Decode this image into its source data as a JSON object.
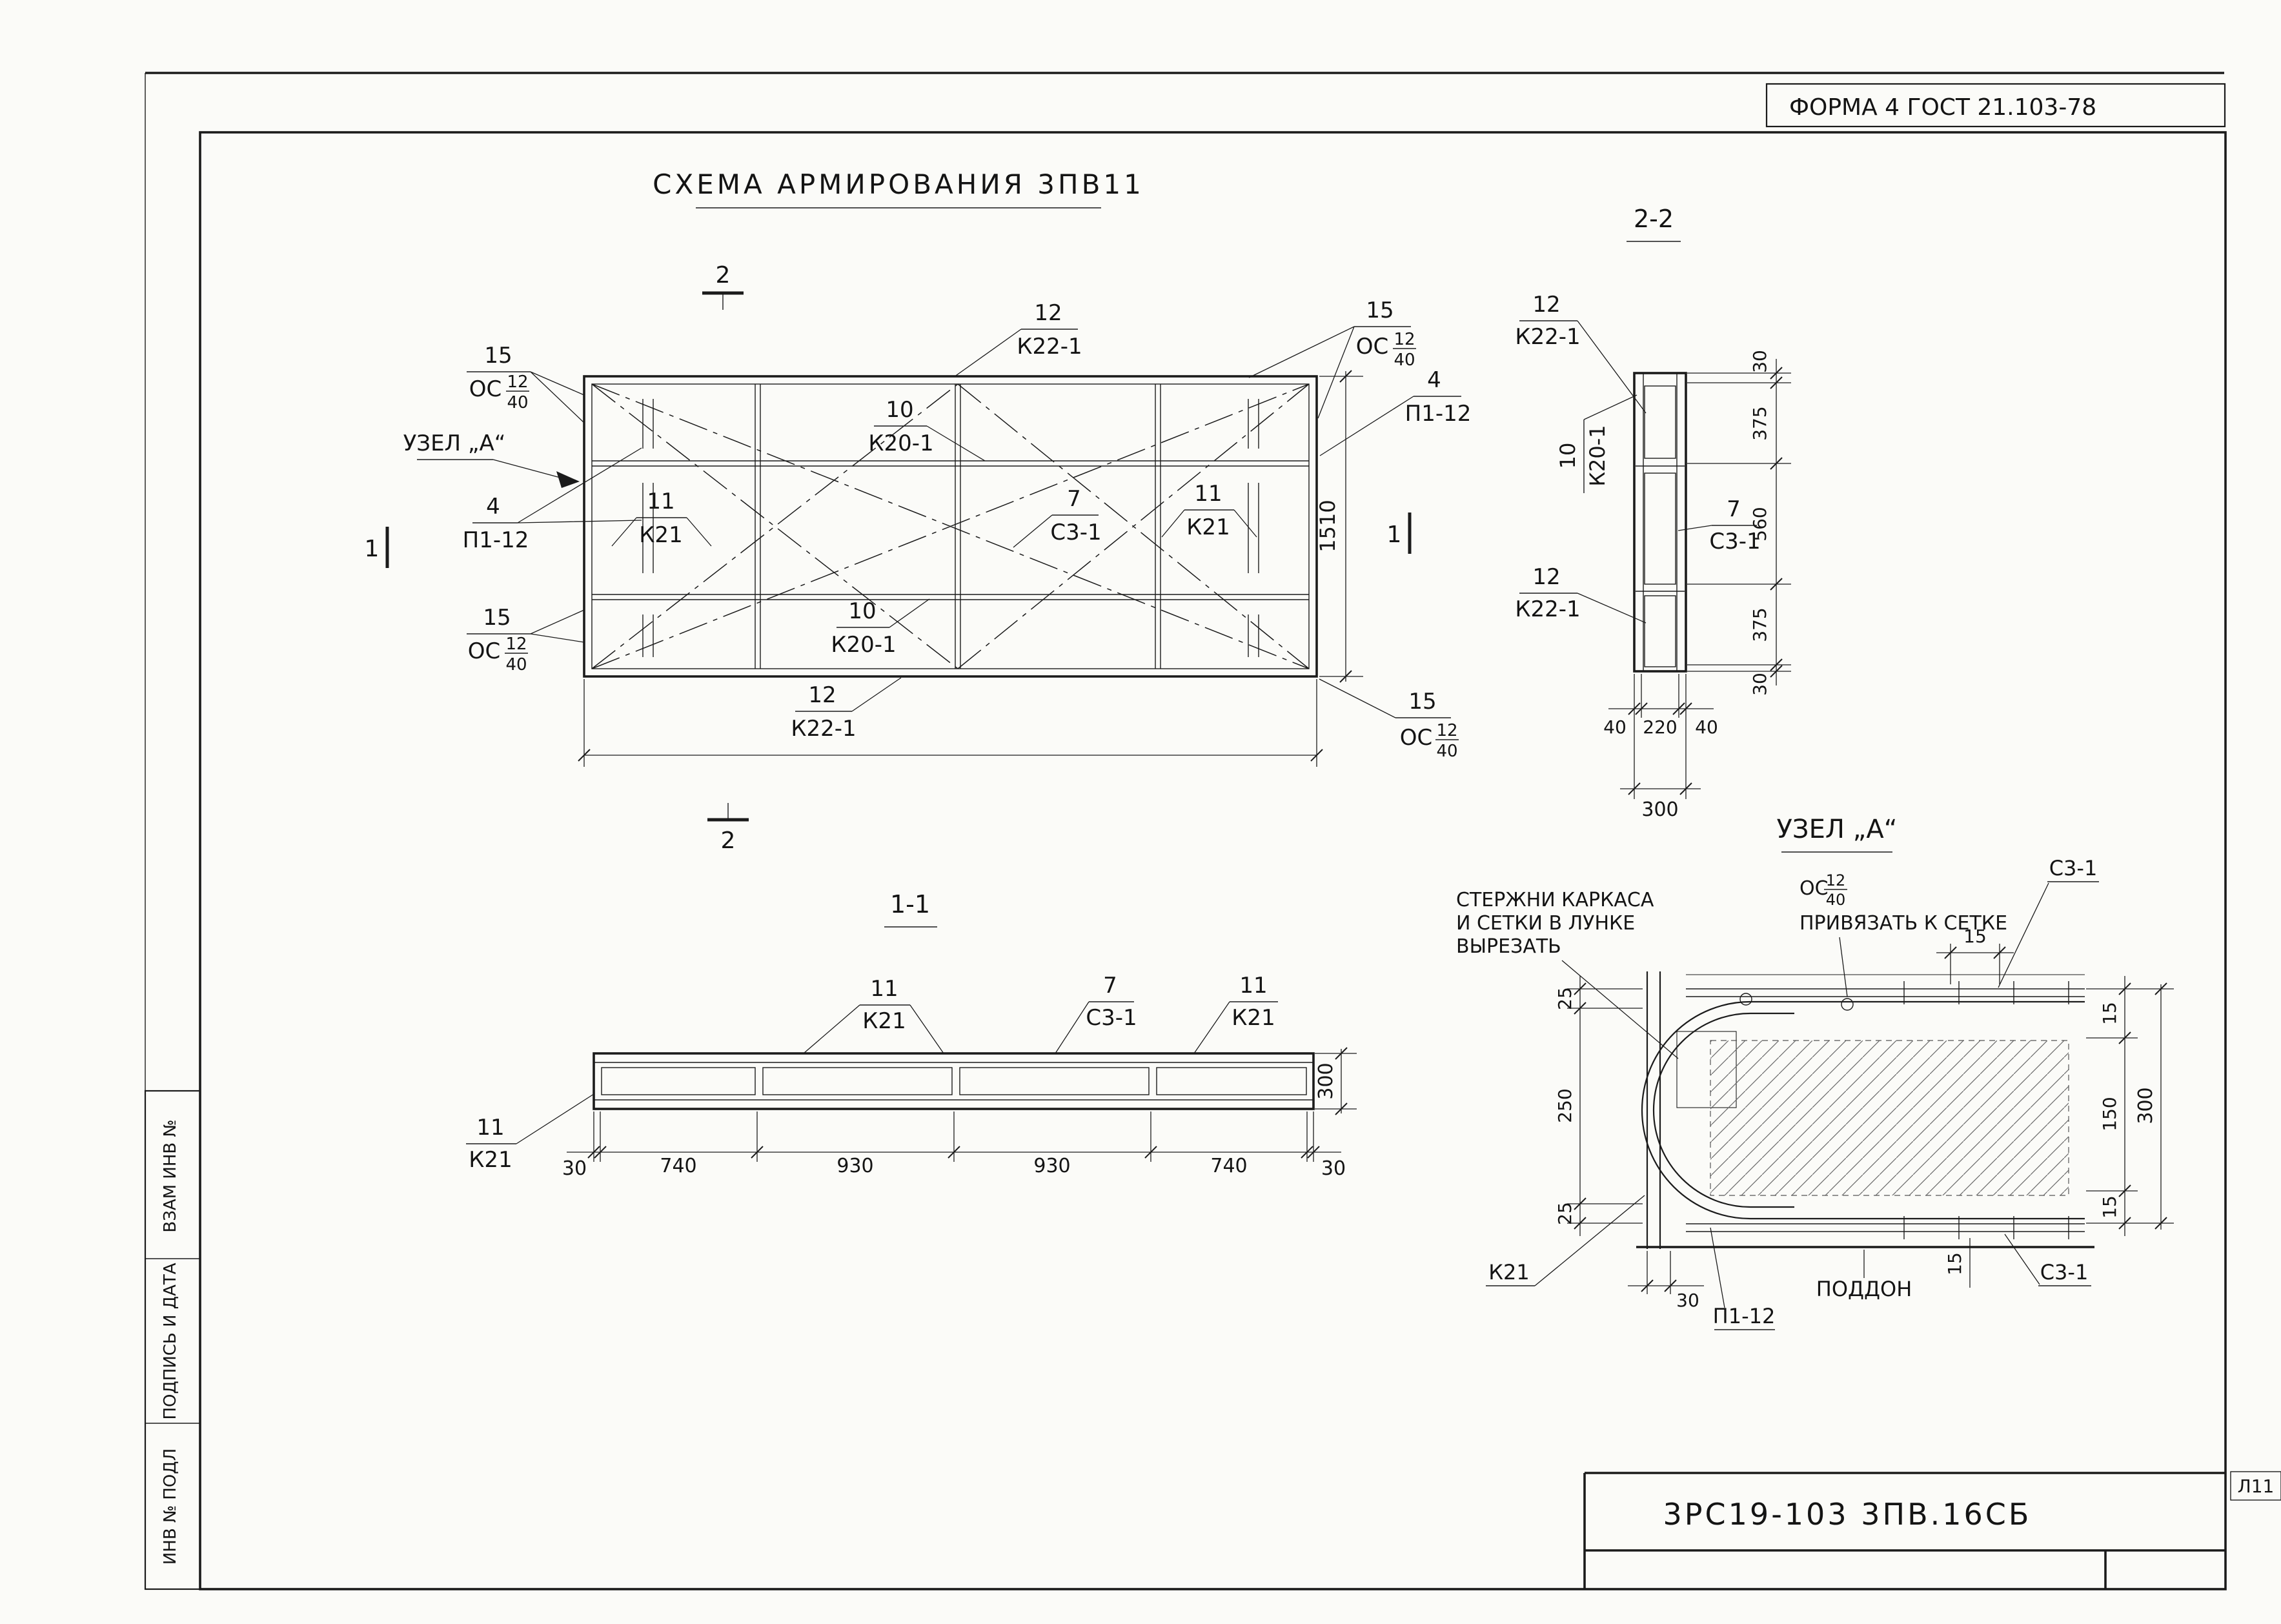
{
  "page": {
    "stamp": "ФОРМА 4  ГОСТ 21.103-78",
    "title": "СХЕМА  АРМИРОВАНИЯ 3ПВ11",
    "doc_number": "3РС19-103   3ПВ.16СБ",
    "corner_mark": "Л11"
  },
  "sidebar": {
    "cell_top": "ВЗАМ ИНВ №",
    "cell_mid": "ПОДПИСЬ И ДАТА",
    "cell_bottom": "ИНВ № ПОДЛ"
  },
  "plan": {
    "node_ref": "УЗЕЛ „А“",
    "mark_2": "2",
    "mark_1": "1",
    "dim_height": "1510",
    "callouts": {
      "os_tl": {
        "qty": "15",
        "name": "ОС",
        "num": "12",
        "den": "40"
      },
      "p1_left": {
        "qty": "4",
        "name": "П1-12"
      },
      "k21_left": {
        "qty": "11",
        "name": "К21"
      },
      "os_bl": {
        "qty": "15",
        "name": "ОС",
        "num": "12",
        "den": "40"
      },
      "k22_top": {
        "qty": "12",
        "name": "К22-1"
      },
      "k20_top": {
        "qty": "10",
        "name": "К20-1"
      },
      "s3_mid": {
        "qty": "7",
        "name": "С3-1"
      },
      "k21_right": {
        "qty": "11",
        "name": "К21"
      },
      "k20_bot": {
        "qty": "10",
        "name": "К20-1"
      },
      "k22_bot": {
        "qty": "12",
        "name": "К22-1"
      },
      "os_tr": {
        "qty": "15",
        "name": "ОС",
        "num": "12",
        "den": "40"
      },
      "p1_right": {
        "qty": "4",
        "name": "П1-12"
      },
      "os_br": {
        "qty": "15",
        "name": "ОС",
        "num": "12",
        "den": "40"
      }
    }
  },
  "section22": {
    "title": "2-2",
    "callouts": {
      "k22_top": {
        "qty": "12",
        "name": "К22-1"
      },
      "k20": {
        "qty": "10",
        "name": "К20-1"
      },
      "s3": {
        "qty": "7",
        "name": "С3-1"
      },
      "k22_bot": {
        "qty": "12",
        "name": "К22-1"
      }
    },
    "dims_right": [
      "30",
      "375",
      "560",
      "375",
      "30"
    ],
    "dims_bottom": [
      "40",
      "220",
      "40"
    ],
    "dim_total": "300"
  },
  "section11": {
    "title": "1-1",
    "callouts": {
      "k21_left": {
        "qty": "11",
        "name": "К21"
      },
      "k21_mid": {
        "qty": "11",
        "name": "К21"
      },
      "s3": {
        "qty": "7",
        "name": "С3-1"
      },
      "k21_right": {
        "qty": "11",
        "name": "К21"
      }
    },
    "dims_bottom": [
      "30",
      "740",
      "930",
      "930",
      "740",
      "30"
    ],
    "dim_right": "300"
  },
  "node_a": {
    "title": "УЗЕЛ „А“",
    "note_cut": [
      "СТЕРЖНИ  КАРКАСА",
      "И СЕТКИ  В ЛУНКЕ",
      "ВЫРЕЗАТЬ"
    ],
    "note_tie": {
      "name": "ОС",
      "num": "12",
      "den": "40",
      "line2": "ПРИВЯЗАТЬ К СЕТКЕ"
    },
    "label_s3_top": "С3-1",
    "label_k21": "К21",
    "label_p1": "П1-12",
    "label_pallet": "ПОДДОН",
    "label_s3_bot": "С3-1",
    "dims_left": [
      "25",
      "250",
      "25"
    ],
    "dims_right": [
      "15",
      "150",
      "15"
    ],
    "dim_total_right": "300",
    "dim_top": "15",
    "dim_bottom": "30",
    "dim_gap": "15"
  }
}
